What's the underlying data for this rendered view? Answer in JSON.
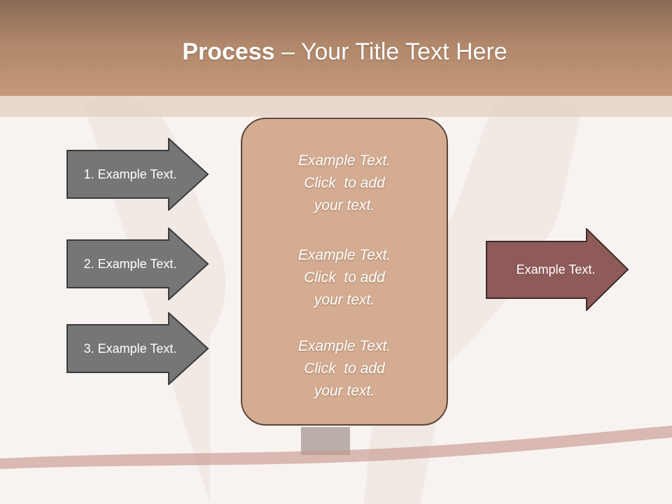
{
  "title": {
    "bold": "Process",
    "rest": " – Your Title Text Here"
  },
  "left_arrows": [
    {
      "label": "1. Example Text."
    },
    {
      "label": "2. Example Text."
    },
    {
      "label": "3. Example Text."
    }
  ],
  "center_box": {
    "blocks": [
      {
        "line1": "Example Text.",
        "line2": "Click  to add",
        "line3": "your text."
      },
      {
        "line1": "Example Text.",
        "line2": "Click  to add",
        "line3": "your text."
      },
      {
        "line1": "Example Text.",
        "line2": "Click  to add",
        "line3": "your text."
      }
    ]
  },
  "right_arrow": {
    "label": "Example Text."
  },
  "colors": {
    "header": "#b0876a",
    "left_arrow_fill": "#767676",
    "center_box_fill": "#d3ac91",
    "right_arrow_fill": "#8e5a5a"
  }
}
